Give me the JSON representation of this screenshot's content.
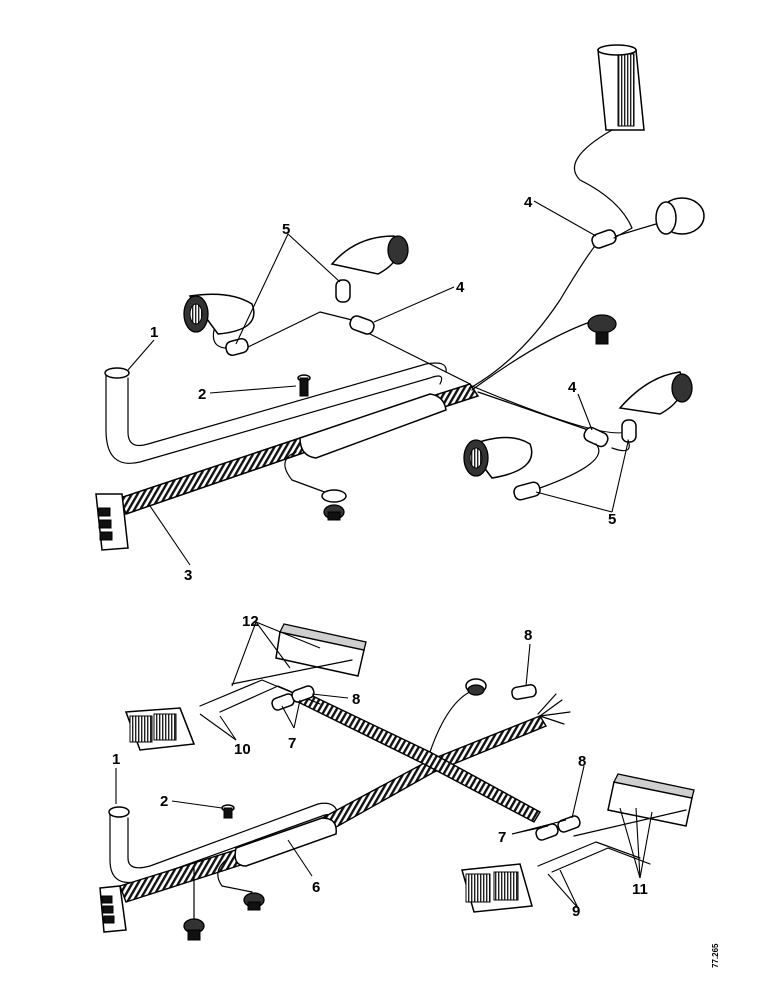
{
  "upper_diagram": {
    "labels": {
      "l1": "1",
      "l2": "2",
      "l3": "3",
      "l4a": "4",
      "l4b": "4",
      "l4c": "4",
      "l5a": "5",
      "l5b": "5"
    }
  },
  "lower_diagram": {
    "labels": {
      "l1": "1",
      "l2": "2",
      "l6": "6",
      "l7a": "7",
      "l7b": "7",
      "l8a": "8",
      "l8b": "8",
      "l8c": "8",
      "l9": "9",
      "l10": "10",
      "l11": "11",
      "l12": "12"
    }
  },
  "reference_code": "77.265"
}
